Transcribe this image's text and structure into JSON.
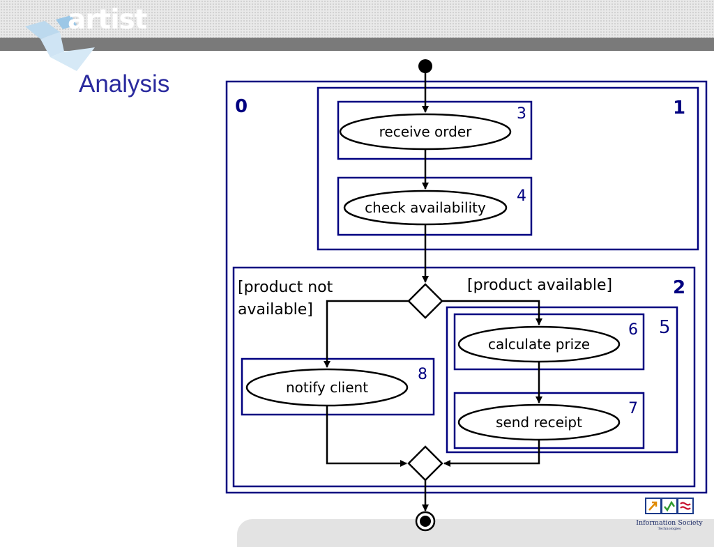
{
  "header": {
    "logo_text": "artist"
  },
  "slide": {
    "title": "Analysis"
  },
  "diagram": {
    "containers": [
      {
        "id": "0",
        "label": "0"
      },
      {
        "id": "1",
        "label": "1"
      },
      {
        "id": "2",
        "label": "2"
      },
      {
        "id": "5",
        "label": "5"
      }
    ],
    "actions": [
      {
        "number": "3",
        "label": "receive order"
      },
      {
        "number": "4",
        "label": "check availability"
      },
      {
        "number": "6",
        "label": "calculate prize"
      },
      {
        "number": "7",
        "label": "send receipt"
      },
      {
        "number": "8",
        "label": "notify client"
      }
    ],
    "guards": {
      "not_available_line1": "[product not",
      "not_available_line2": "available]",
      "available": "[product available]"
    },
    "colors": {
      "frame": "#000080",
      "node": "#000000"
    }
  },
  "footer": {
    "ist_caption": "Information Society",
    "ist_sub": "Technologies"
  }
}
